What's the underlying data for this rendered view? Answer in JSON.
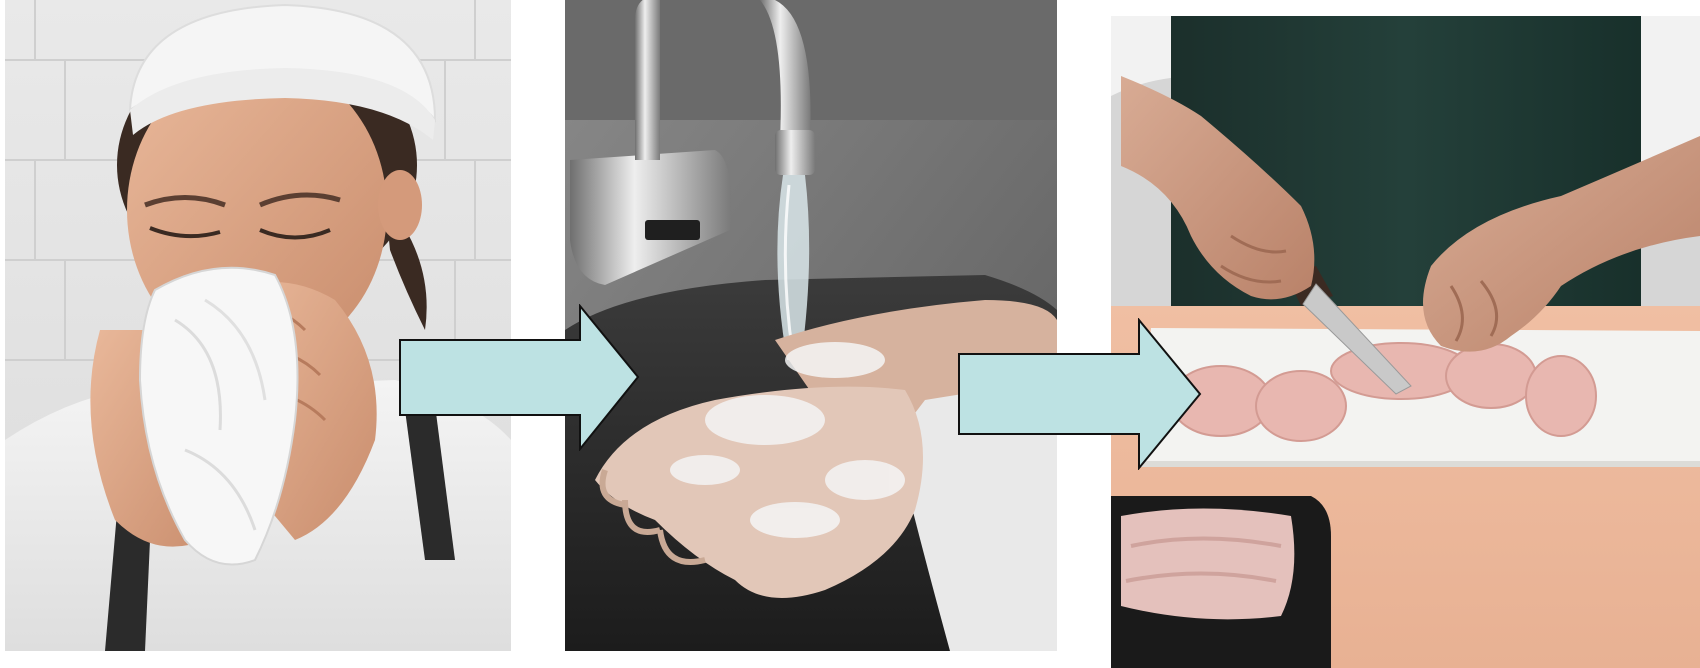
{
  "figure": {
    "panels": [
      {
        "id": "panel-1",
        "subject": "cook-blowing-nose-into-tissue"
      },
      {
        "id": "panel-2",
        "subject": "hands-washing-under-faucet"
      },
      {
        "id": "panel-3",
        "subject": "cutting-raw-chicken-on-board"
      }
    ],
    "arrows": [
      {
        "from": "panel-1",
        "to": "panel-2",
        "direction": "right"
      },
      {
        "from": "panel-2",
        "to": "panel-3",
        "direction": "right"
      }
    ]
  },
  "colors": {
    "arrow_fill": "#bde2e3",
    "arrow_stroke": "#111111",
    "background": "#ffffff"
  }
}
